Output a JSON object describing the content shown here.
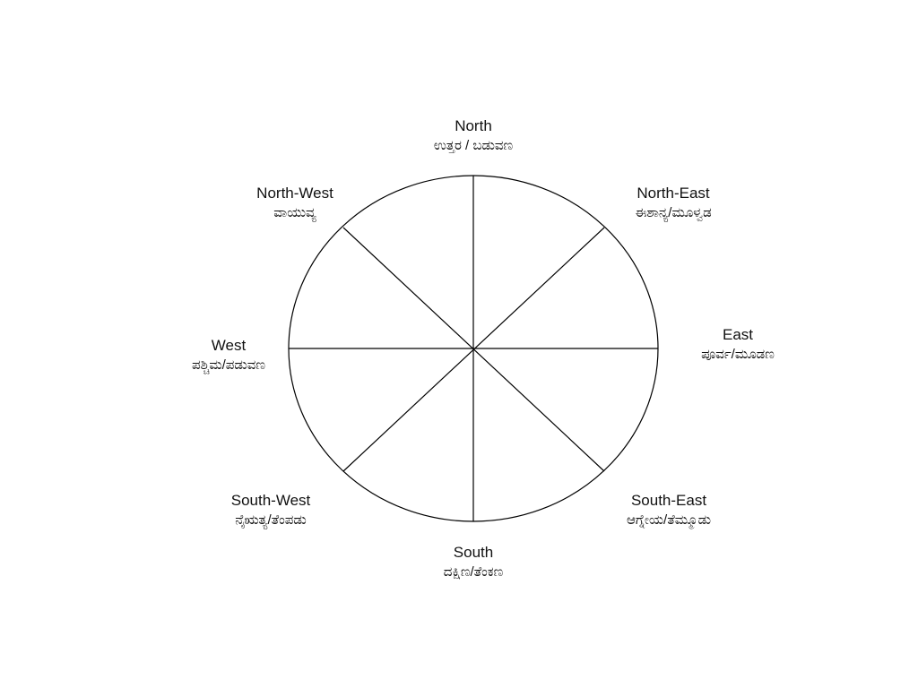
{
  "directions": {
    "north": {
      "en": "North",
      "kn": "ಉತ್ತರ / ಬಡುವಣ"
    },
    "north_east": {
      "en": "North-East",
      "kn": "ಈಶಾನ್ಯ/ಮೂಳ್ವಡ"
    },
    "east": {
      "en": "East",
      "kn": "ಪೂರ್ವ/ಮೂಡಣ"
    },
    "south_east": {
      "en": "South-East",
      "kn": "ಆಗ್ನೇಯ/ತೆಮ್ಮೂಡು"
    },
    "south": {
      "en": "South",
      "kn": "ದಕ್ಷಿಣ/ತೆಂಕಣ"
    },
    "south_west": {
      "en": "South-West",
      "kn": "ನೈಋತ್ಯ/ತೆಂಪಡು"
    },
    "west": {
      "en": "West",
      "kn": "ಪಶ್ಚಿಮ/ಪಡುವಣ"
    },
    "north_west": {
      "en": "North-West",
      "kn": "ವಾಯುವ್ಯ"
    }
  }
}
